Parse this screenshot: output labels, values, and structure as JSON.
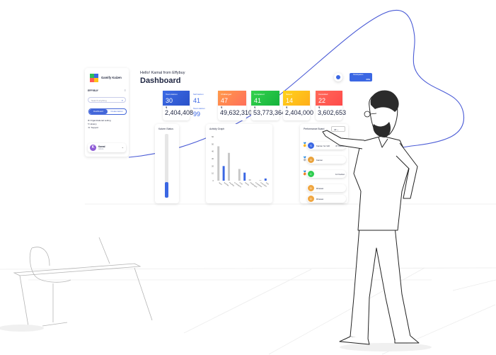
{
  "app": {
    "brand": "Gamify Kaizen",
    "org": "EFFYBUY"
  },
  "header": {
    "greeting": "Hello! Kamal from Effybuy",
    "title": "Dashboard"
  },
  "sidebar": {
    "search_placeholder": "Search anything",
    "tabs": [
      "Dashboard",
      "Create kaizen"
    ],
    "nav": [
      "Organizational setting",
      "History",
      "Support"
    ]
  },
  "user": {
    "name": "Kamal",
    "role": "Admin",
    "initial": "K"
  },
  "participation": {
    "label": "Participation",
    "value": "20%"
  },
  "stats": [
    {
      "label": "Team kaizen",
      "value": "30",
      "amount": "2,404,408",
      "color": "#3d6be5"
    },
    {
      "label": "Challenged",
      "value": "47",
      "amount": "49,632,310",
      "color": "#ff8b4c"
    },
    {
      "label": "Completed",
      "value": "41",
      "amount": "53,773,364",
      "color": "#2dcc4e"
    },
    {
      "label": "Saved",
      "value": "14",
      "amount": "2,404,000",
      "color": "#ffc21a"
    },
    {
      "label": "Cancelled",
      "value": "22",
      "amount": "3,602,653",
      "color": "#ff5a56"
    }
  ],
  "self_card": {
    "label": "Self kaizen",
    "value": "41",
    "label2": "Team kaizen",
    "value2": "99"
  },
  "kaizen_status": {
    "title": "Kaizen Status",
    "fill_fraction": 0.25
  },
  "activity": {
    "title": "Activity Graph"
  },
  "performance": {
    "title": "Performance Board",
    "year": "All",
    "rows": [
      {
        "name": "Kaizen for Gift",
        "value": "47 Kaizen",
        "color": "#3b67e3",
        "initial": "S"
      },
      {
        "name": "Kaizen",
        "value": "",
        "color": "#e9a23b",
        "initial": "A"
      },
      {
        "name": "",
        "value": "12 Kaizen",
        "color": "#2dcc4e",
        "initial": "C"
      },
      {
        "name": "Dhavan",
        "value": "",
        "color": "#f0a640",
        "initial": "D"
      },
      {
        "name": "Dhavan",
        "value": "",
        "color": "#f0a640",
        "initial": "D"
      }
    ]
  },
  "chart_data": {
    "type": "bar",
    "title": "Activity Graph",
    "y_ticks": [
      "60",
      "50",
      "40",
      "30",
      "20",
      "10",
      "0"
    ],
    "categories": [
      "Team",
      "Savings",
      "Pending",
      "In progress",
      "Cost",
      "Saving",
      "Challenged",
      "Completed",
      "Cancelled",
      "Total"
    ],
    "series": [
      {
        "values": [
          47,
          0,
          38,
          0,
          16,
          0,
          2,
          0,
          1,
          0
        ]
      },
      {
        "values": [
          0,
          20,
          0,
          0,
          0,
          11,
          0,
          0,
          0,
          3
        ]
      }
    ],
    "ylim": [
      0,
      60
    ]
  },
  "colors": {
    "accent": "#3b67e3",
    "scribble": "#4a5bd6"
  }
}
